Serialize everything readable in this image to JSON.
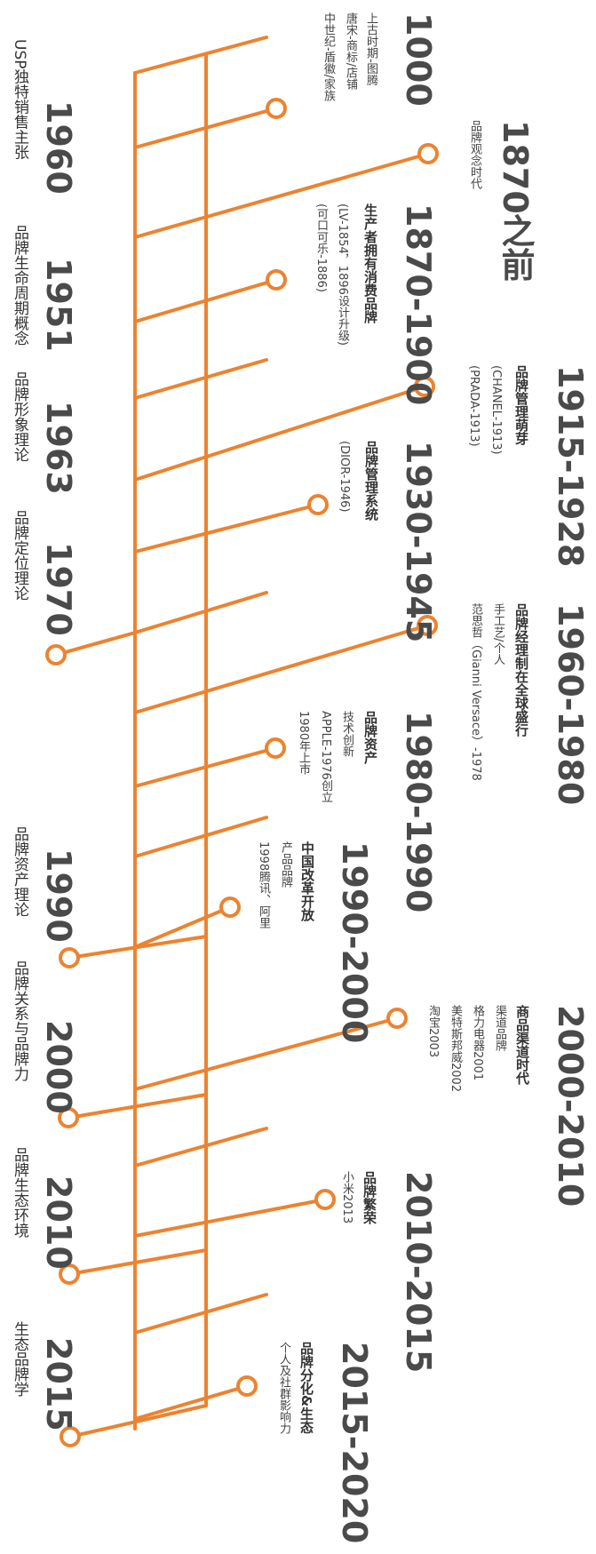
{
  "accent_color": "#EC8330",
  "text_color": "#4a4a4a",
  "eras": [
    {
      "year": "1000",
      "lines": [
        "上古时期-图腾",
        "唐宋-商标/店铺",
        "中世纪-盾徽/家族"
      ]
    },
    {
      "year": "1870之前",
      "lines": [
        "品牌观念时代"
      ]
    },
    {
      "year": "1870-1900",
      "title": "生产者拥有消费品牌",
      "lines": [
        "(LV-1854，1896设计升级)",
        "(可口可乐-1886)"
      ]
    },
    {
      "year": "1915-1928",
      "title": "品牌管理萌芽",
      "lines": [
        "(CHANEL-1913)",
        "(PRADA-1913)"
      ]
    },
    {
      "year": "1930-1945",
      "title": "品牌管理系统",
      "lines": [
        "(DIOR-1946)"
      ]
    },
    {
      "year": "1960-1980",
      "title": "品牌经理制在全球盛行",
      "lines": [
        "手工艺/个人",
        "范思哲（Gianni Versace）-1978"
      ]
    },
    {
      "year": "1980-1990",
      "title": "品牌资产",
      "lines": [
        "技术创新",
        "APPLE-1976创立",
        "1980年上市"
      ]
    },
    {
      "year": "1990-2000",
      "title": "中国改革开放",
      "lines": [
        "产品品牌",
        "1998腾讯、阿里"
      ]
    },
    {
      "year": "2000-2010",
      "title": "商品渠道时代",
      "lines": [
        "渠道品牌",
        "格力电器2001",
        "美特斯邦威2002",
        "淘宝2003"
      ]
    },
    {
      "year": "2010-2015",
      "title": "品牌繁荣",
      "lines": [
        "小米2013"
      ]
    },
    {
      "year": "2015-2020",
      "title": "品牌分化&生态",
      "lines": [
        "个人及社群影响力"
      ]
    }
  ],
  "milestones": [
    {
      "year": "1960",
      "label": "USP独特销售主张"
    },
    {
      "year": "1951",
      "label": "品牌生命周期概念"
    },
    {
      "year": "1963",
      "label": "品牌形象理论"
    },
    {
      "year": "1970",
      "label": "品牌定位理论"
    },
    {
      "year": "1990",
      "label": "品牌资产理论"
    },
    {
      "year": "2000",
      "label": "品牌关系与品牌力"
    },
    {
      "year": "2010",
      "label": "品牌生态环境"
    },
    {
      "year": "2015",
      "label": "生态品牌学"
    }
  ]
}
